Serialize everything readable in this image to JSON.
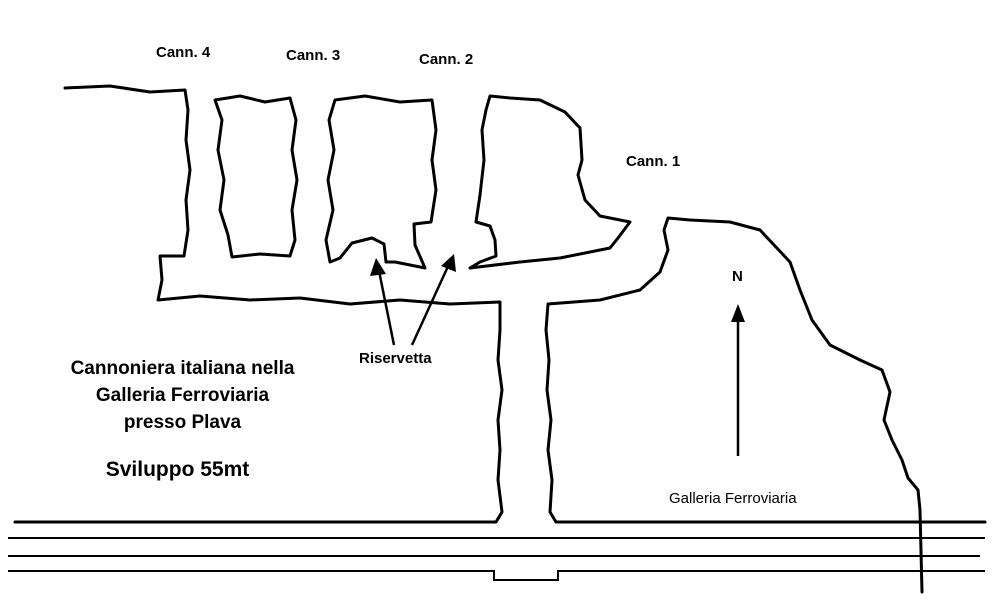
{
  "labels": {
    "cann4": "Cann. 4",
    "cann3": "Cann. 3",
    "cann2": "Cann. 2",
    "cann1": "Cann. 1",
    "riservetta": "Riservetta",
    "north": "N",
    "railway_tunnel": "Galleria Ferroviaria"
  },
  "title": {
    "line1": "Cannoniera italiana nella",
    "line2": "Galleria Ferroviaria",
    "line3": "presso Plava"
  },
  "development": "Sviluppo 55mt"
}
